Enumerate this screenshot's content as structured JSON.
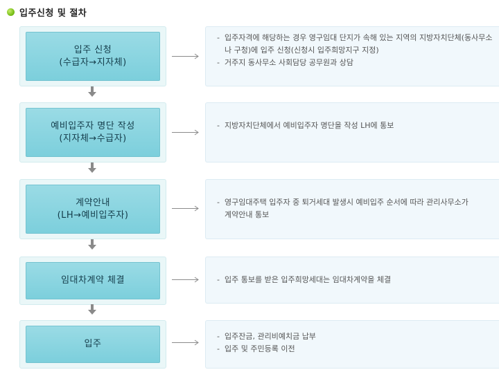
{
  "heading": {
    "title": "입주신청 및 절차"
  },
  "steps": [
    {
      "lines": [
        "입주 신청",
        "(수급자→지자체)"
      ],
      "desc": [
        {
          "dash": "-",
          "text": "입주자격에 해당하는 경우 영구임대 단지가 속해 있는 지역의 지방자치단체(동사무소나 구청)에 입주 신청(신청시 입주희망지구 지정)"
        },
        {
          "dash": "-",
          "text": "거주지 동사무소 사회담당 공무원과 상담"
        }
      ]
    },
    {
      "lines": [
        "예비입주자 명단 작성",
        "(지자체→수급자)"
      ],
      "desc": [
        {
          "dash": "-",
          "text": "지방자치단체에서 예비입주자 명단을 작성 LH에 통보"
        }
      ]
    },
    {
      "lines": [
        "계약안내",
        "(LH→예비입주자)"
      ],
      "desc": [
        {
          "dash": "-",
          "text": "영구임대주택 입주자 중 퇴거세대 발생시 예비입주 순서에 따라 관리사무소가 계약안내 통보"
        }
      ]
    },
    {
      "lines": [
        "임대차계약 체결"
      ],
      "desc": [
        {
          "dash": "-",
          "text": "입주 통보를 받은 입주희망세대는 임대차계약을 체결"
        }
      ]
    },
    {
      "lines": [
        "입주"
      ],
      "desc": [
        {
          "dash": "-",
          "text": "입주잔금, 관리비예치금 납부"
        },
        {
          "dash": "-",
          "text": "입주 및 주민등록 이전"
        }
      ]
    }
  ],
  "colors": {
    "step_fill": "#7ccfdc",
    "step_frame": "#eaf7f8",
    "desc_fill": "#f1f8fc",
    "arrow": "#8a8a8a",
    "bullet": "#7ac01a"
  },
  "icons": {
    "heading_bullet": "green-circle-bullet-icon",
    "right_arrow": "right-arrow-icon",
    "down_arrow": "down-arrow-icon"
  }
}
